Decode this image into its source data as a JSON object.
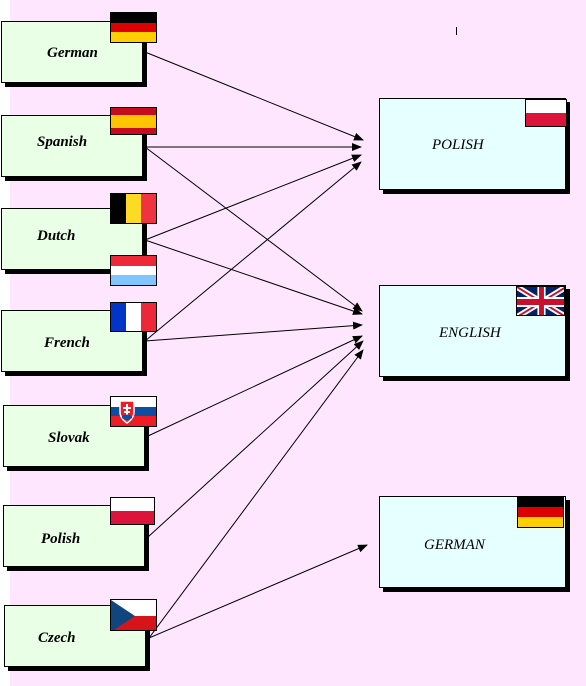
{
  "sources": [
    {
      "id": "german-src",
      "label": "German",
      "flag": "germany"
    },
    {
      "id": "spanish-src",
      "label": "Spanish",
      "flag": "spain"
    },
    {
      "id": "dutch-src",
      "label": "Dutch",
      "flag": "belgium",
      "flag2": "luxembourg"
    },
    {
      "id": "french-src",
      "label": "French",
      "flag": "france"
    },
    {
      "id": "slovak-src",
      "label": "Slovak",
      "flag": "slovakia"
    },
    {
      "id": "polish-src",
      "label": "Polish",
      "flag": "poland"
    },
    {
      "id": "czech-src",
      "label": "Czech",
      "flag": "czech-republic"
    }
  ],
  "targets": [
    {
      "id": "polish-tgt",
      "label": "POLISH",
      "flag": "poland"
    },
    {
      "id": "english-tgt",
      "label": "ENGLISH",
      "flag": "united-kingdom"
    },
    {
      "id": "german-tgt",
      "label": "GERMAN",
      "flag": "germany"
    }
  ],
  "edges": [
    {
      "from": "german-src",
      "to": "polish-tgt"
    },
    {
      "from": "spanish-src",
      "to": "polish-tgt"
    },
    {
      "from": "spanish-src",
      "to": "english-tgt"
    },
    {
      "from": "dutch-src",
      "to": "polish-tgt"
    },
    {
      "from": "dutch-src",
      "to": "english-tgt"
    },
    {
      "from": "french-src",
      "to": "polish-tgt"
    },
    {
      "from": "french-src",
      "to": "english-tgt"
    },
    {
      "from": "slovak-src",
      "to": "english-tgt"
    },
    {
      "from": "polish-src",
      "to": "english-tgt"
    },
    {
      "from": "czech-src",
      "to": "english-tgt"
    },
    {
      "from": "czech-src",
      "to": "german-tgt"
    }
  ],
  "colors": {
    "background": "#fee6fe",
    "source_box": "#e9ffe6",
    "target_box": "#e6ffff",
    "edge": "#000000"
  }
}
